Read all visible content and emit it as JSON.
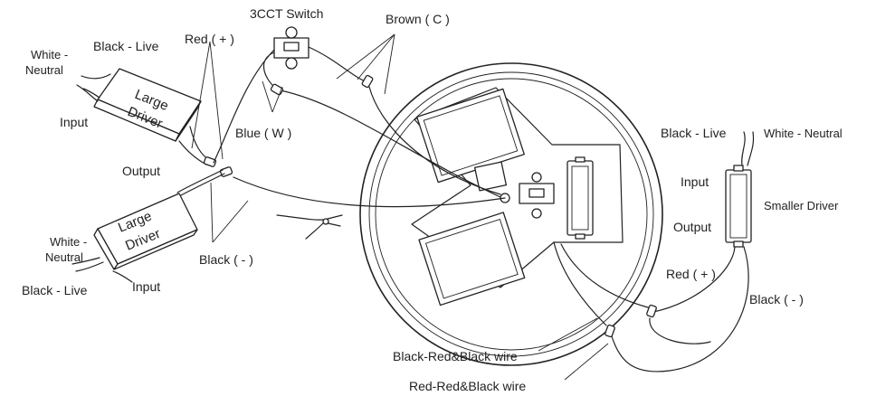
{
  "labels": {
    "switch": "3CCT Switch",
    "brown": "Brown ( C )",
    "blue": "Blue ( W )",
    "red_top": "Red ( + )",
    "black_minus_left": "Black ( - )",
    "output_left": "Output",
    "driver_top_line1": "Large",
    "driver_top_line2": "Driver",
    "driver_bottom_line1": "Large",
    "driver_bottom_line2": "Driver",
    "tl_white": "White -",
    "tl_neutral": "Neutral",
    "tl_black_live": "Black - Live",
    "tl_input": "Input",
    "bl_white": "White -",
    "bl_neutral": "Neutral",
    "bl_black_live": "Black - Live",
    "bl_input": "Input",
    "r_black_live": "Black - Live",
    "r_white_neutral": "White - Neutral",
    "r_input": "Input",
    "r_output": "Output",
    "r_driver": "Smaller Driver",
    "r_red": "Red ( + )",
    "r_black_minus": "Black ( - )",
    "black_red_black": "Black-Red&Black wire",
    "red_red_black": "Red-Red&Black wire"
  }
}
